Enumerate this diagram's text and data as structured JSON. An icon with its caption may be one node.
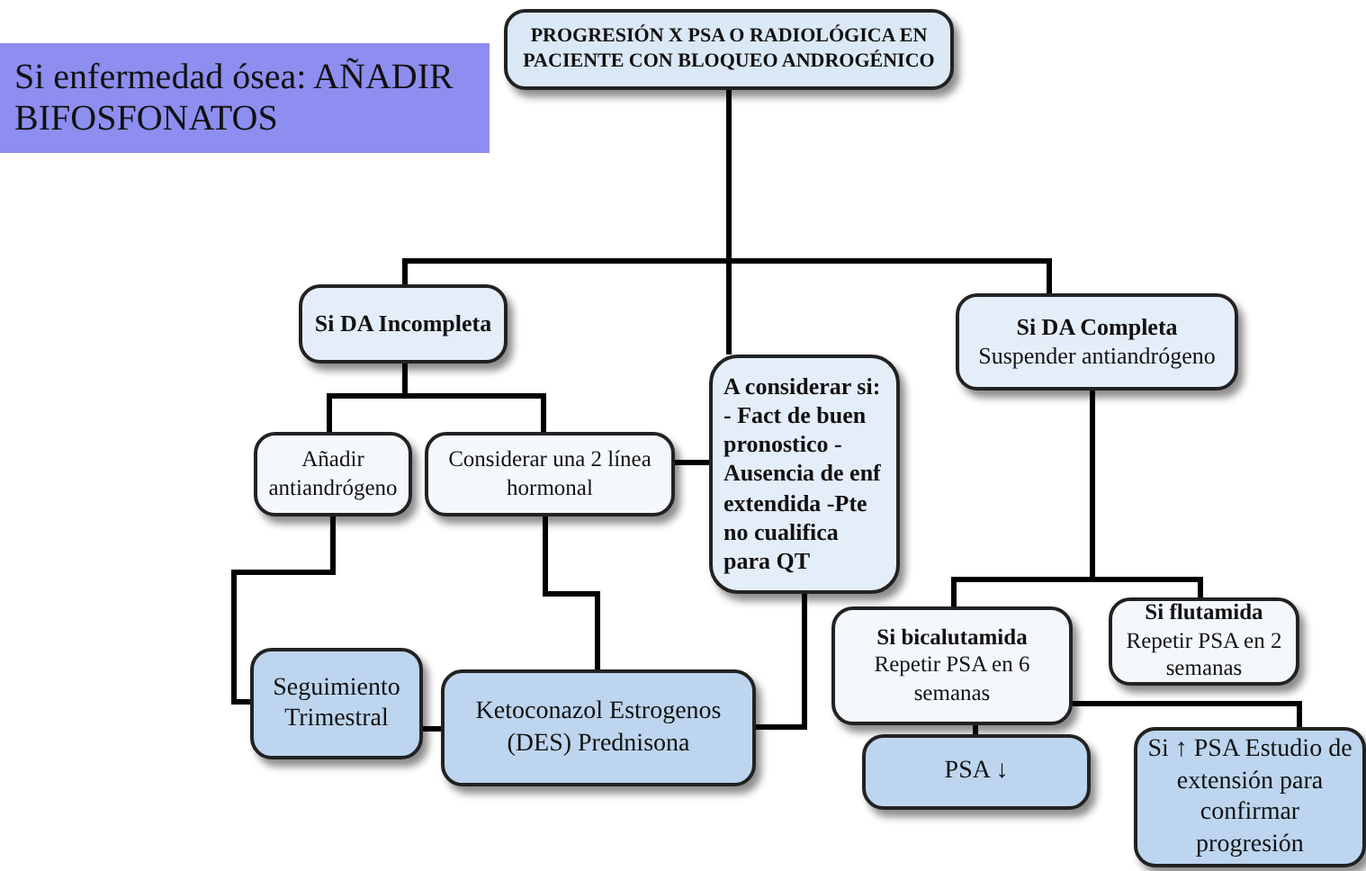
{
  "diagram": {
    "nodes": [
      {
        "text": [
          "PROGRESIÓN X PSA O RADIOLÓGICA EN PACIENTE CON BLOQUEO ANDROGÉNICO"
        ]
      },
      {
        "text": [
          "Si enfermedad ósea: AÑADIR BIFOSFONATOS"
        ]
      },
      {
        "text": [
          "Si  DA Incompleta"
        ]
      },
      {
        "text": [
          "A considerar si: - Fact de buen pronostico - Ausencia de enf extendida -Pte no cualifica para QT"
        ]
      },
      {
        "text": [
          "Si DA Completa",
          "Suspender antiandrógeno"
        ]
      },
      {
        "text": [
          "Añadir antiandrógeno"
        ]
      },
      {
        "text": [
          "Considerar una 2 línea hormonal"
        ]
      },
      {
        "text": [
          "Seguimiento Trimestral"
        ]
      },
      {
        "text": [
          "Ketoconazol Estrogenos (DES) Prednisona"
        ]
      },
      {
        "text": [
          "Si bicalutamida",
          "Repetir PSA en 6 semanas"
        ]
      },
      {
        "text": [
          "Si flutamida",
          "Repetir PSA en 2 semanas"
        ]
      },
      {
        "text": [
          "PSA ↓"
        ]
      },
      {
        "text": [
          "Si ↑ PSA Estudio de extensión para confirmar progresión"
        ]
      }
    ],
    "edges": [
      {
        "from": 0,
        "to": 2,
        "arrow": "none"
      },
      {
        "from": 0,
        "to": 3,
        "arrow": "none"
      },
      {
        "from": 0,
        "to": 4,
        "arrow": "none"
      },
      {
        "from": 2,
        "to": 5,
        "arrow": "none"
      },
      {
        "from": 2,
        "to": 6,
        "arrow": "none"
      },
      {
        "from": 5,
        "to": 7,
        "arrow": "none"
      },
      {
        "from": 6,
        "to": 8,
        "arrow": "none"
      },
      {
        "from": 3,
        "to": 8,
        "arrow": "none"
      },
      {
        "from": 6,
        "to": 3,
        "arrow": "none"
      },
      {
        "from": 7,
        "to": 8,
        "arrow": "none"
      },
      {
        "from": 4,
        "to": 9,
        "arrow": "none"
      },
      {
        "from": 4,
        "to": 10,
        "arrow": "none"
      },
      {
        "from": 9,
        "to": 11,
        "arrow": "none"
      },
      {
        "from": 9,
        "to": 12,
        "arrow": "none"
      }
    ]
  }
}
